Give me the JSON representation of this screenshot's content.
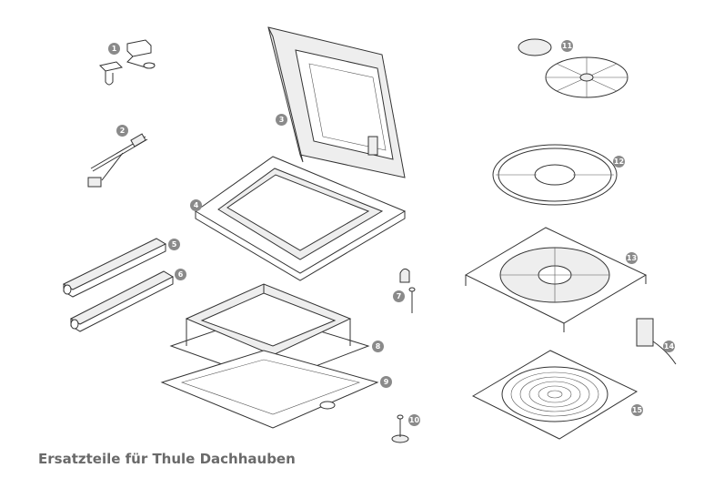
{
  "caption": "Ersatzteile für Thule Dachhauben",
  "parts": [
    {
      "number": "1"
    },
    {
      "number": "2"
    },
    {
      "number": "3"
    },
    {
      "number": "4"
    },
    {
      "number": "5"
    },
    {
      "number": "6"
    },
    {
      "number": "7"
    },
    {
      "number": "8"
    },
    {
      "number": "9"
    },
    {
      "number": "10"
    },
    {
      "number": "11"
    },
    {
      "number": "12"
    },
    {
      "number": "13"
    },
    {
      "number": "14"
    },
    {
      "number": "15"
    }
  ],
  "colors": {
    "badge": "#8a8a8a",
    "caption": "#6a6a6a",
    "line": "#333333"
  }
}
